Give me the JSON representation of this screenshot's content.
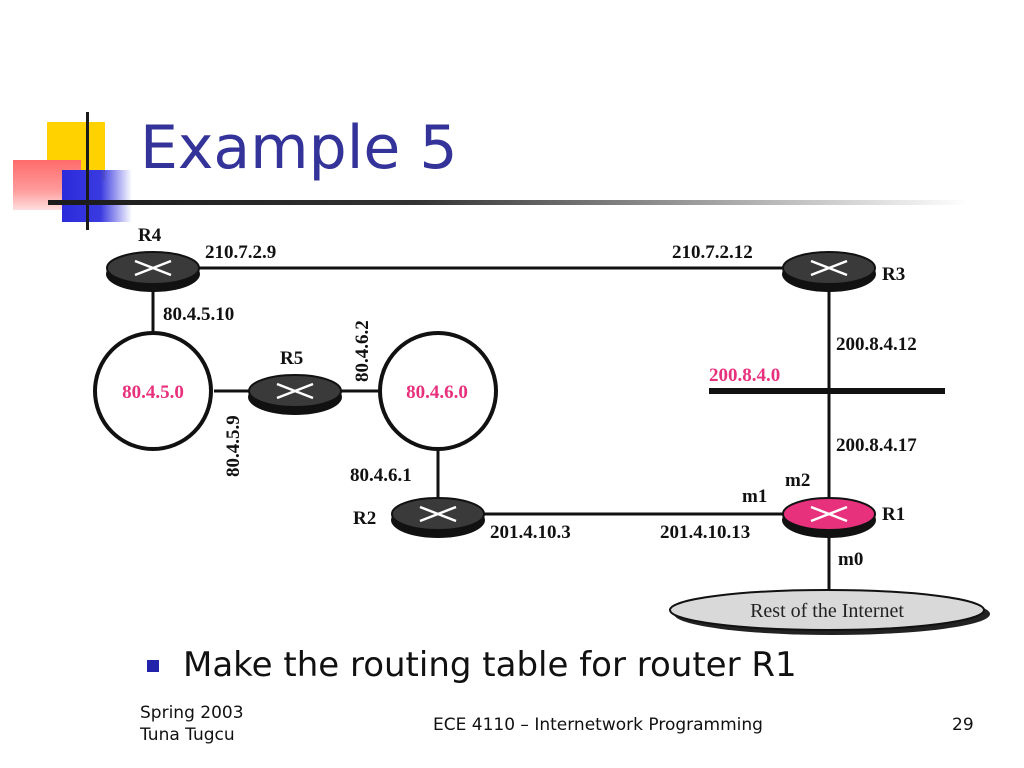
{
  "slide": {
    "title": "Example 5",
    "bullet": "Make the routing table for router R1",
    "footer": {
      "semester": "Spring 2003",
      "author": "Tuna Tugcu",
      "course": "ECE 4110 – Internetwork Programming",
      "page_number": "29"
    }
  },
  "diagram": {
    "routers": [
      {
        "id": "R1",
        "label": "R1",
        "color": "#e8317d"
      },
      {
        "id": "R2",
        "label": "R2",
        "color": "#2f2f2f"
      },
      {
        "id": "R3",
        "label": "R3",
        "color": "#2f2f2f"
      },
      {
        "id": "R4",
        "label": "R4",
        "color": "#2f2f2f"
      },
      {
        "id": "R5",
        "label": "R5",
        "color": "#2f2f2f"
      }
    ],
    "networks": [
      {
        "id": "net-80-4-5-0",
        "label": "80.4.5.0"
      },
      {
        "id": "net-80-4-6-0",
        "label": "80.4.6.0"
      },
      {
        "id": "net-200-8-4-0",
        "label": "200.8.4.0"
      },
      {
        "id": "internet",
        "label": "Rest of the Internet"
      }
    ],
    "addresses": {
      "r4_r3_left": "210.7.2.9",
      "r4_r3_right": "210.7.2.12",
      "r4_down": "80.4.5.10",
      "r5_left": "80.4.5.9",
      "r5_right": "80.4.6.2",
      "r2_up": "80.4.6.1",
      "r2_r1_left": "201.4.10.3",
      "r2_r1_right": "201.4.10.13",
      "r3_down": "200.8.4.12",
      "r1_up": "200.8.4.17"
    },
    "interfaces": {
      "m0": "m0",
      "m1": "m1",
      "m2": "m2"
    }
  }
}
